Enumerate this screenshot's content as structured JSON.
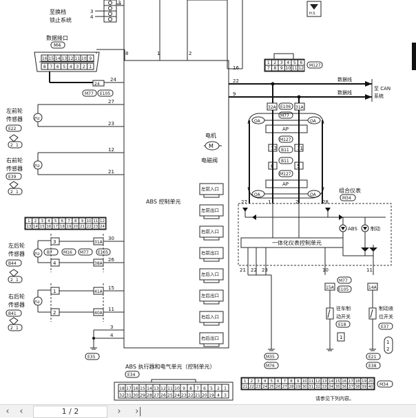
{
  "labels": {
    "to_shift_lock": [
      "至换档",
      "锁止系统"
    ],
    "data_link": "数据接口",
    "m4": "M4",
    "hs": "H.S.",
    "m127": "M127",
    "m77": "M77",
    "e105": "E105",
    "e106": "E106",
    "data_line": "数据线",
    "to_can": [
      "至 CAN",
      "系统"
    ],
    "fl_sensor": [
      "左前轮",
      "传感器"
    ],
    "e22": "E22",
    "fr_sensor": [
      "右前轮",
      "传感器"
    ],
    "e39": "E39",
    "abs_unit": "ABS 控制单元",
    "motor": "电机",
    "solenoid": "电磁阀",
    "valves": [
      "左前入口",
      "左前出口",
      "右前入口",
      "右前出口",
      "左后入口",
      "左后出口",
      "右后入口",
      "右后出口"
    ],
    "rl_sensor": [
      "左后轮",
      "传感器"
    ],
    "b44": "B44",
    "rr_sensor": [
      "右后轮",
      "传感器"
    ],
    "b41": "B41",
    "b7": "B7",
    "m16": "M16",
    "b11": "B11",
    "ap": "AP",
    "oa": "OA",
    "combo_meter": "组合仪表",
    "m34": "M34",
    "abs_lamp": "ABS",
    "brake_lamp": "制动",
    "meter_unit": "一体化仪表控制单元",
    "parking_switch": [
      "驻车制",
      "动开关"
    ],
    "e18": "E18",
    "fluid_switch": [
      "制动液",
      "位开关"
    ],
    "e37": "E37",
    "e35": "E35",
    "m35": "M35",
    "m76": "M76",
    "e21": "E21",
    "e38": "E38",
    "actuator": "ABS 执行器和电气单元（控制单元）",
    "e34": "E34",
    "refer": "请参见下列内容。"
  },
  "pins": {
    "shift": [
      "3",
      "4"
    ],
    "top": [
      "8",
      "1",
      "2"
    ],
    "p16": "16",
    "p22": "22",
    "p9": "9",
    "p24": "24",
    "p27": "27",
    "p23": "23",
    "p12": "12",
    "p21": "21",
    "p30": "30",
    "p26": "26",
    "p15": "15",
    "p11": "11",
    "p3": "3",
    "p4": "4",
    "p1": "1",
    "p2": "2",
    "p5": "5",
    "p6": "6",
    "p31a": "31A",
    "p32a": "32A",
    "p38a": "38A",
    "p41a": "41A",
    "p40a": "40A",
    "p28": "28",
    "p10": "10",
    "p15a": "15A",
    "p14a": "14A"
  },
  "connectors": {
    "m4_top": [
      "16",
      "15",
      "14",
      "13",
      "12",
      "11",
      "10",
      "9"
    ],
    "m4_bottom": [
      "8",
      "7",
      "6",
      "5",
      "4",
      "3",
      "2",
      "1"
    ],
    "m127_top": [
      "1",
      "2",
      "3",
      "4",
      "5",
      "6"
    ],
    "m127_bottom": [
      "7",
      "8",
      "9",
      "10",
      "11",
      "12"
    ],
    "b_top": [
      "1",
      "2",
      "3",
      "4",
      "5",
      "6",
      "7",
      "8",
      "9",
      "10",
      "11",
      "12"
    ],
    "b_bottom": [
      "13",
      "14",
      "15",
      "16",
      "17",
      "18",
      "19",
      "20",
      "21",
      "22",
      "23",
      "24"
    ],
    "e34_top": [
      "18",
      "17",
      "16",
      "15",
      "14",
      "13",
      "12",
      "11",
      "10",
      "9",
      "8",
      "7",
      "6",
      "5",
      "2",
      "1"
    ],
    "e34_bottom": [
      "32",
      "31",
      "30",
      "29",
      "28",
      "27",
      "26",
      "25",
      "24",
      "23",
      "22",
      "21",
      "20",
      "19",
      "4",
      "3"
    ],
    "m34_top": [
      "1",
      "2",
      "3",
      "4",
      "5",
      "6",
      "7",
      "8",
      "9",
      "10",
      "11",
      "12",
      "13",
      "14",
      "15",
      "16",
      "17",
      "18",
      "19",
      "20"
    ],
    "m34_bottom": [
      "21",
      "22",
      "23",
      "24",
      "25",
      "26",
      "27",
      "28",
      "29",
      "30",
      "31",
      "32",
      "33",
      "34",
      "35",
      "36",
      "37",
      "38",
      "39",
      "40"
    ]
  },
  "toolbar": {
    "page": "1 / 2"
  }
}
